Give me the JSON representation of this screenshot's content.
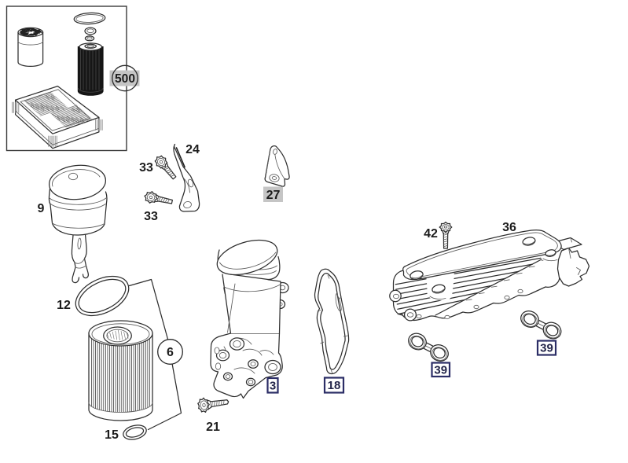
{
  "colors": {
    "background": "#ffffff",
    "line": "#2e2e2e",
    "detail_line": "#5a5a5a",
    "label_text": "#1c1c1c",
    "box_border": "#2b2d66",
    "box_text": "#23254a",
    "highlight": "#c5c5c5"
  },
  "callouts": {
    "c500": "500",
    "c9": "9",
    "c33a": "33",
    "c24": "24",
    "c33b": "33",
    "c27": "27",
    "c12": "12",
    "c6": "6",
    "c15": "15",
    "c21": "21",
    "c3": "3",
    "c18": "18",
    "c42": "42",
    "c36": "36",
    "c39a": "39",
    "c39b": "39"
  }
}
